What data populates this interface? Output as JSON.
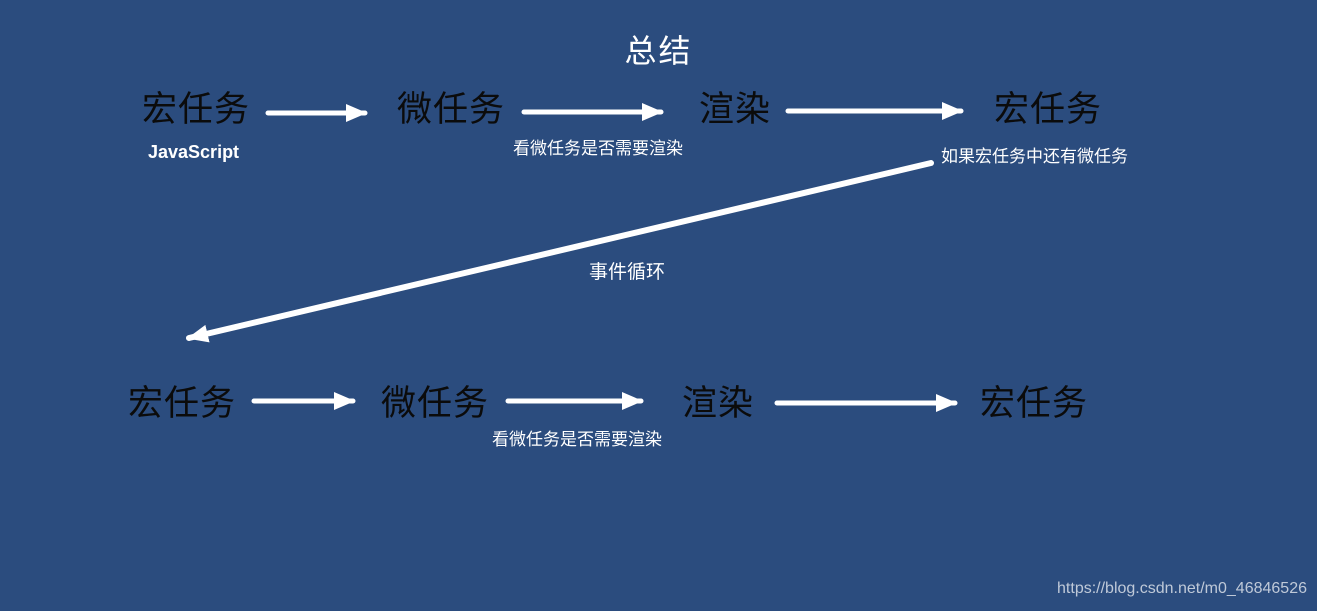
{
  "colors": {
    "background": "#2b4c7e",
    "node_text": "#0b0b0b",
    "annotation_text": "#ffffff",
    "arrow": "#ffffff",
    "watermark_text": "#bfc9d8"
  },
  "title": "总结",
  "top_row": {
    "nodes": [
      "宏任务",
      "微任务",
      "渲染",
      "宏任务"
    ],
    "sublabel_javascript": "JavaScript",
    "sublabel_render_check": "看微任务是否需要渲染",
    "sublabel_macro_has_micro": "如果宏任务中还有微任务"
  },
  "loop": {
    "label": "事件循环"
  },
  "bottom_row": {
    "nodes": [
      "宏任务",
      "微任务",
      "渲染",
      "宏任务"
    ],
    "sublabel_render_check": "看微任务是否需要渲染"
  },
  "watermark": "https://blog.csdn.net/m0_46846526"
}
